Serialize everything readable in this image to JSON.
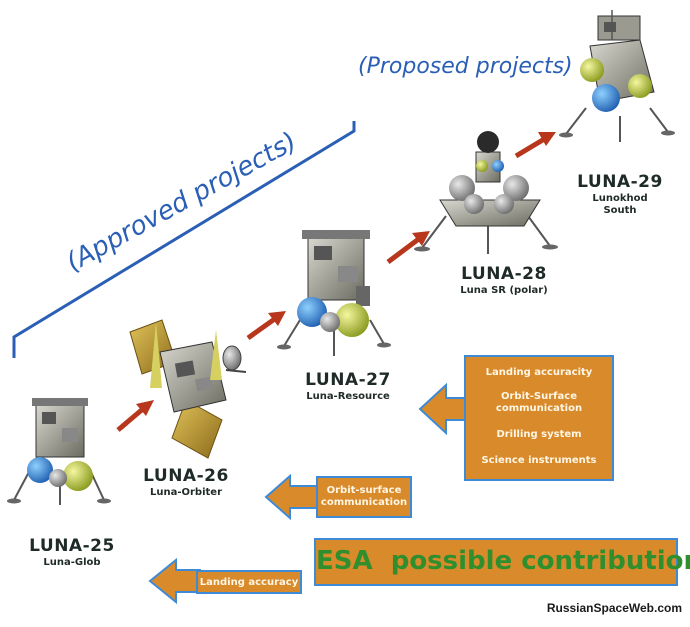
{
  "groups": {
    "approved": "(Approved projects)",
    "proposed": "(Proposed projects)"
  },
  "missions": [
    {
      "name": "LUNA-25",
      "subtitle": "Luna-Glob"
    },
    {
      "name": "LUNA-26",
      "subtitle": "Luna-Orbiter"
    },
    {
      "name": "LUNA-27",
      "subtitle": "Luna-Resource"
    },
    {
      "name": "LUNA-28",
      "subtitle": "Luna SR (polar)"
    },
    {
      "name": "LUNA-29",
      "subtitle_line1": "Lunokhod",
      "subtitle_line2": "South"
    }
  ],
  "contributions": {
    "luna27": [
      "Landing accuracity",
      "Orbit-Surface",
      "communication",
      "Drilling system",
      "Science instruments"
    ],
    "luna26": [
      "Orbit-surface",
      "communication"
    ],
    "luna25": "Landing accuracy",
    "title": "ESA  possible contribution"
  },
  "credit": "RussianSpaceWeb.com",
  "colors": {
    "box_fill": "#d98a2a",
    "box_border": "#3d8ad6",
    "title_blue": "#2a5fb5",
    "arrow_red": "#b8361c"
  }
}
